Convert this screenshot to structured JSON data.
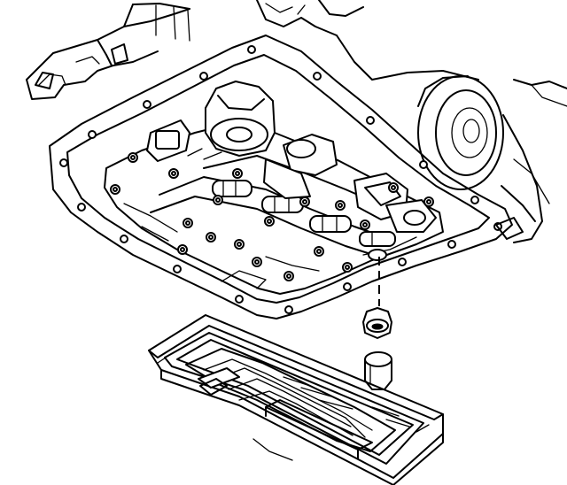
{
  "drawing": {
    "line_color": "#000000",
    "background_color": "#ffffff",
    "components": [
      "transmission-case",
      "valve-body",
      "oil-pan-rail",
      "oil-filter",
      "filter-seal",
      "oil-pan"
    ]
  }
}
